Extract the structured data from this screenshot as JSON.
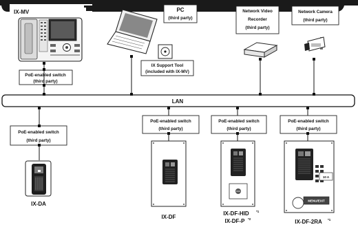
{
  "lan_label": "LAN",
  "devices": {
    "ix_mv": "IX-MV",
    "pc_title": "PC",
    "pc_sub": "(third party)",
    "support_tool_title": "IX Support Tool",
    "support_tool_sub": "(included with IX-MV)",
    "nvr_title_1": "Network Video",
    "nvr_title_2": "Recorder",
    "nvr_sub": "(third party)",
    "camera_title": "Network Camera",
    "camera_sub": "(third party)",
    "ix_da": "IX-DA",
    "ix_df": "IX-DF",
    "ix_df_hid": "IX-DF-HID",
    "ix_df_hid_note": "*1",
    "ix_df_p": "IX-DF-P",
    "ix_df_p_note": "*2",
    "ix_df_2ra": "IX-DF-2RA",
    "ix_df_2ra_note": "*1"
  },
  "switch": {
    "title": "PoE-enabled switch",
    "sub": "(third party)"
  },
  "panel_texts": {
    "button_10": "10 A",
    "mode_button": "MENU/EXIT"
  }
}
